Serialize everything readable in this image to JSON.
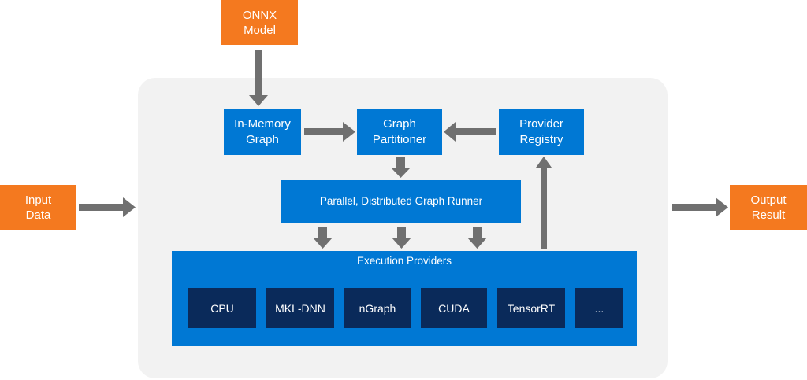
{
  "colors": {
    "orange": "#f4791f",
    "blue": "#0078d4",
    "dark_navy": "#0a2a5a",
    "panel": "#f2f2f2",
    "arrow": "#707070"
  },
  "nodes": {
    "onnx_model": "ONNX\nModel",
    "input_data": "Input\nData",
    "output_result": "Output\nResult",
    "in_memory_graph": "In-Memory\nGraph",
    "graph_partitioner": "Graph\nPartitioner",
    "provider_registry": "Provider\nRegistry",
    "graph_runner": "Parallel, Distributed Graph Runner",
    "execution_providers": "Execution Providers"
  },
  "providers": [
    "CPU",
    "MKL-DNN",
    "nGraph",
    "CUDA",
    "TensorRT",
    "..."
  ],
  "edges": [
    {
      "from": "onnx_model",
      "to": "in_memory_graph"
    },
    {
      "from": "in_memory_graph",
      "to": "graph_partitioner"
    },
    {
      "from": "provider_registry",
      "to": "graph_partitioner"
    },
    {
      "from": "graph_partitioner",
      "to": "graph_runner"
    },
    {
      "from": "graph_runner",
      "to": "execution_providers"
    },
    {
      "from": "execution_providers",
      "to": "provider_registry"
    },
    {
      "from": "input_data",
      "to": "runtime"
    },
    {
      "from": "runtime",
      "to": "output_result"
    }
  ]
}
